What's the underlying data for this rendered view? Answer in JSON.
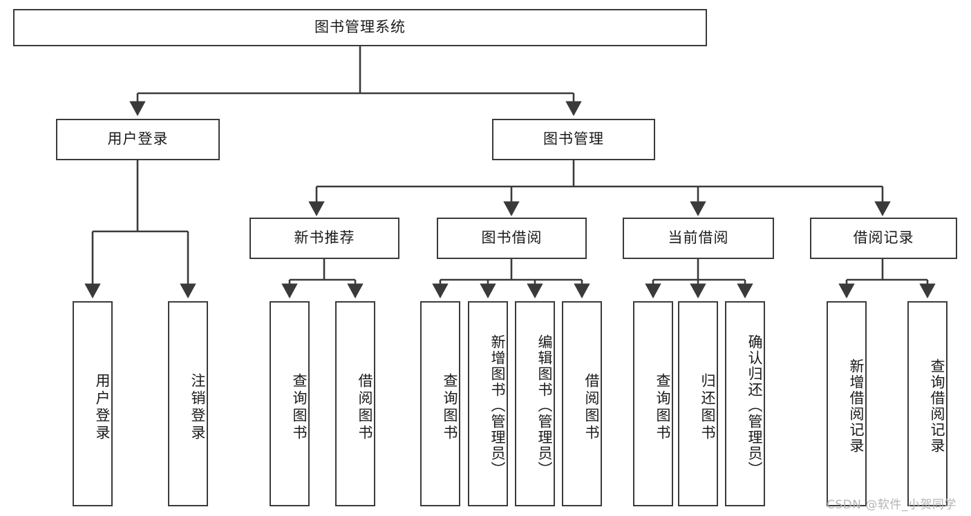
{
  "diagram": {
    "title": "图书管理系统",
    "type": "功能结构图",
    "watermark": "CSDN @软件_小贺同学",
    "style": {
      "box_border_color": "#3a3a3a",
      "box_fill_color": "#ffffff",
      "line_color": "#3a3a3a",
      "text_color": "#1a1a1a",
      "background": "#ffffff",
      "watermark_color": "#b4b4b4"
    },
    "nodes": {
      "root": {
        "label": "图书管理系统"
      },
      "user_login": {
        "label": "用户登录"
      },
      "book_manage": {
        "label": "图书管理"
      },
      "new_book_rec": {
        "label": "新书推荐"
      },
      "book_borrow": {
        "label": "图书借阅"
      },
      "current_borrow": {
        "label": "当前借阅"
      },
      "borrow_record": {
        "label": "借阅记录"
      },
      "leaf_user_login": {
        "label": "用户登录"
      },
      "leaf_user_logout": {
        "label": "注销登录"
      },
      "leaf_rec_query": {
        "label": "查询图书"
      },
      "leaf_rec_borrow": {
        "label": "借阅图书"
      },
      "leaf_borrow_query": {
        "label": "查询图书"
      },
      "leaf_borrow_add": {
        "label": "新增图书（管理员）"
      },
      "leaf_borrow_edit": {
        "label": "编辑图书（管理员）"
      },
      "leaf_borrow_lend": {
        "label": "借阅图书"
      },
      "leaf_cur_query": {
        "label": "查询图书"
      },
      "leaf_cur_return": {
        "label": "归还图书"
      },
      "leaf_cur_confirm": {
        "label": "确认归还（管理员）"
      },
      "leaf_rec_add": {
        "label": "新增借阅记录"
      },
      "leaf_rec_search": {
        "label": "查询借阅记录"
      }
    },
    "hierarchy": [
      {
        "label": "图书管理系统",
        "children": [
          {
            "label": "用户登录",
            "children": [
              {
                "label": "用户登录"
              },
              {
                "label": "注销登录"
              }
            ]
          },
          {
            "label": "图书管理",
            "children": [
              {
                "label": "新书推荐",
                "children": [
                  {
                    "label": "查询图书"
                  },
                  {
                    "label": "借阅图书"
                  }
                ]
              },
              {
                "label": "图书借阅",
                "children": [
                  {
                    "label": "查询图书"
                  },
                  {
                    "label": "新增图书（管理员）"
                  },
                  {
                    "label": "编辑图书（管理员）"
                  },
                  {
                    "label": "借阅图书"
                  }
                ]
              },
              {
                "label": "当前借阅",
                "children": [
                  {
                    "label": "查询图书"
                  },
                  {
                    "label": "归还图书"
                  },
                  {
                    "label": "确认归还（管理员）"
                  }
                ]
              },
              {
                "label": "借阅记录",
                "children": [
                  {
                    "label": "新增借阅记录"
                  },
                  {
                    "label": "查询借阅记录"
                  }
                ]
              }
            ]
          }
        ]
      }
    ]
  }
}
